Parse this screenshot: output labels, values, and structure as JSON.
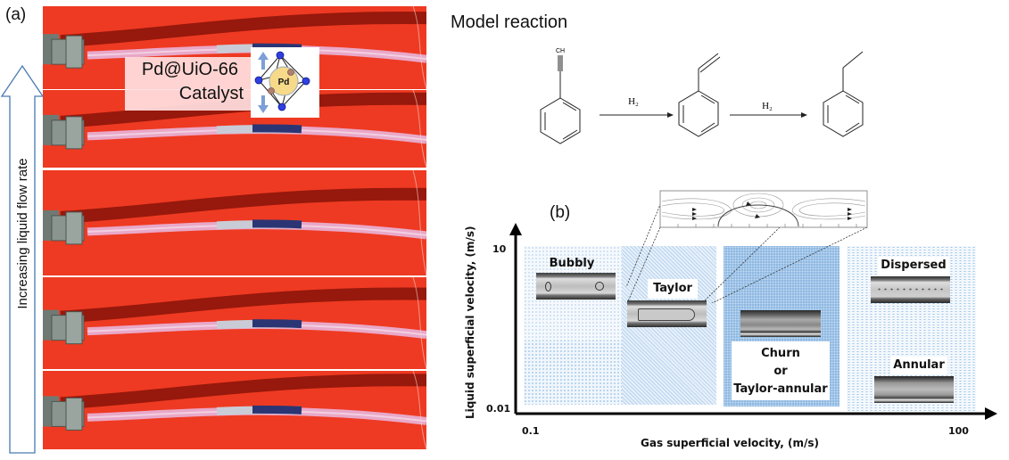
{
  "panel_a": {
    "label": "(a)",
    "arrow_text": "Increasing liquid flow rate",
    "catalyst_line1": "Pd@UiO-66",
    "catalyst_line2": "Catalyst",
    "catalyst_core_label": "Pd",
    "photo_count": 5,
    "colors": {
      "background_red": "#ee3a22",
      "catalyst_bed_blue": "#2b3574",
      "tube_pink": "#e9a8c8",
      "arrow_outline": "#4a7ab0"
    }
  },
  "model_reaction": {
    "title": "Model reaction",
    "reactant_label": "CH",
    "step1_reagent": "H₂",
    "step2_reagent": "H₂",
    "species": [
      "phenylacetylene",
      "styrene",
      "ethylbenzene"
    ]
  },
  "panel_b": {
    "label": "(b)",
    "y_axis_title": "Liquid superficial velocity, (m/s)",
    "x_axis_title": "Gas superficial velocity, (m/s)",
    "y_ticks": [
      "10",
      "0.01"
    ],
    "x_ticks": [
      "0.1",
      "100"
    ],
    "regimes": [
      {
        "name": "Bubbly"
      },
      {
        "name": "Taylor"
      },
      {
        "name_lines": [
          "Churn",
          "or",
          "Taylor-annular"
        ]
      },
      {
        "name": "Dispersed"
      },
      {
        "name": "Annular"
      }
    ],
    "colors": {
      "region_light": "#a9cbe9",
      "region_dark": "#8fb9e2"
    }
  }
}
